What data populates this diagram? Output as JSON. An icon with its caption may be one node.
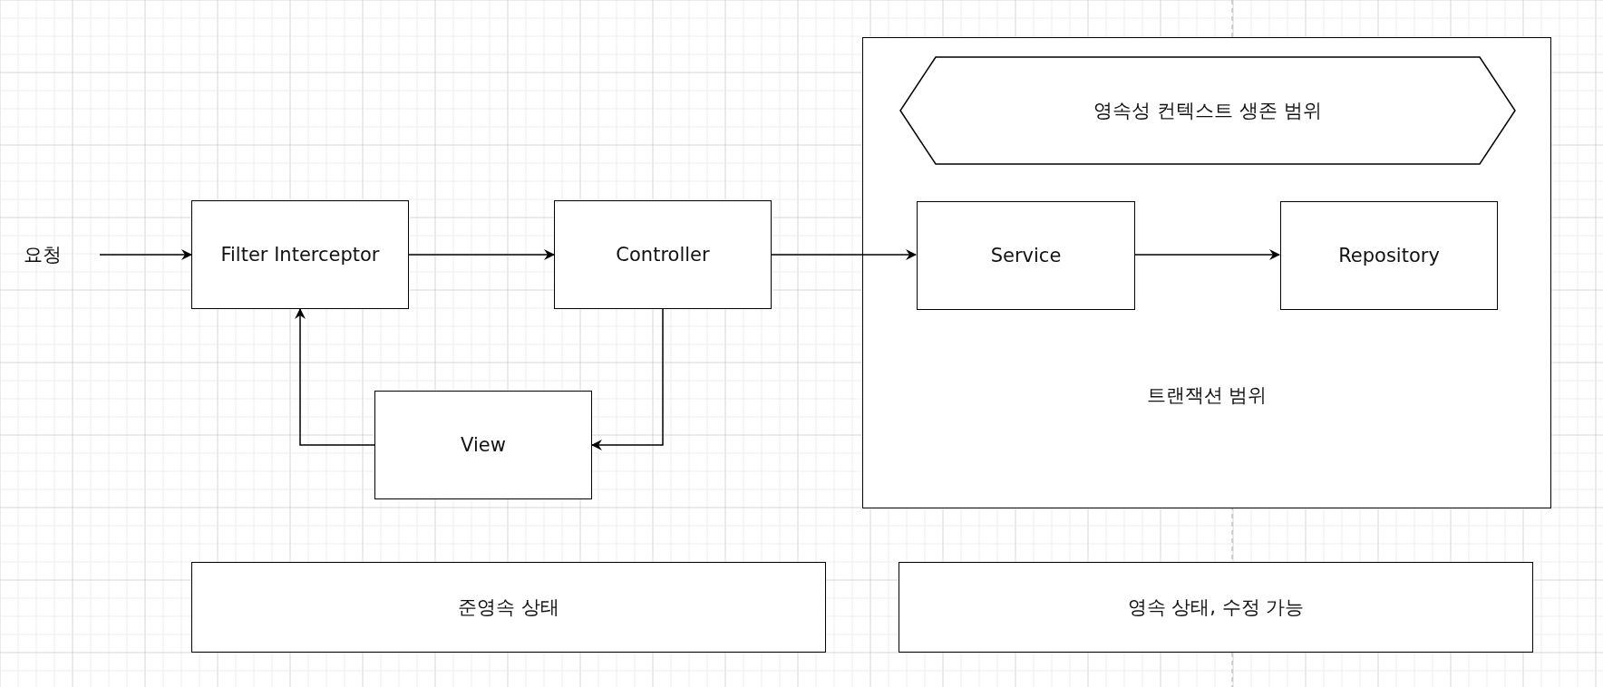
{
  "diagram": {
    "nodes": [
      {
        "text": [
          "요청"
        ]
      },
      {
        "text": [
          "Filter Interceptor"
        ]
      },
      {
        "text": [
          "Controller"
        ]
      },
      {
        "text": [
          "View"
        ]
      },
      {
        "text": [
          "트랜잭션 범위"
        ]
      },
      {
        "text": [
          "영속성 컨텍스트 생존 범위"
        ],
        "in": 4
      },
      {
        "text": [
          "Service"
        ],
        "in": 4
      },
      {
        "text": [
          "Repository"
        ],
        "in": 4
      },
      {
        "text": [
          "준영속 상태"
        ]
      },
      {
        "text": [
          "영속 상태, 수정 가능"
        ]
      }
    ],
    "edges": [
      {
        "from": 0,
        "to": 1,
        "arrow": "to"
      },
      {
        "from": 1,
        "to": 2,
        "arrow": "to"
      },
      {
        "from": 2,
        "to": 6,
        "arrow": "to"
      },
      {
        "from": 6,
        "to": 7,
        "arrow": "to"
      },
      {
        "from": 2,
        "to": 3,
        "arrow": "to"
      },
      {
        "from": 3,
        "to": 1,
        "arrow": "to"
      }
    ]
  }
}
